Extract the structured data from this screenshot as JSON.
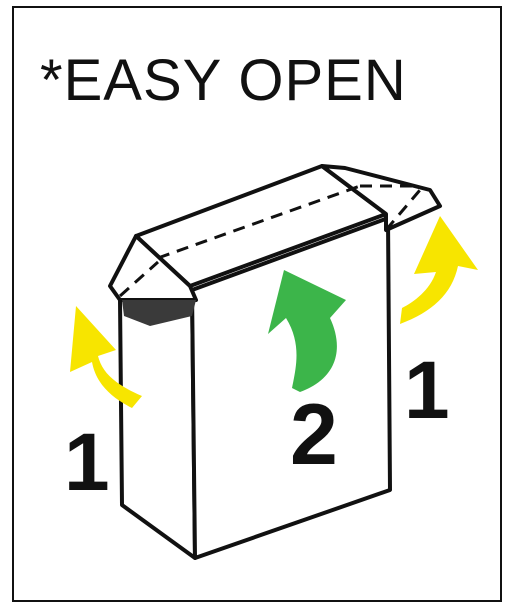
{
  "title": "*EASY OPEN",
  "steps": {
    "left_label": "1",
    "center_label": "2",
    "right_label": "1"
  },
  "colors": {
    "line": "#111111",
    "arrow_yellow": "#f7e500",
    "arrow_green": "#3cb54a",
    "flap_shadow": "#3a3a3a",
    "background": "#ffffff"
  }
}
